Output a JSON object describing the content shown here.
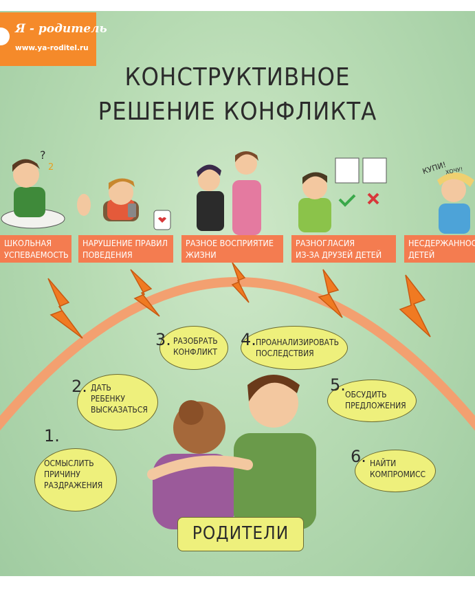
{
  "logo": {
    "name": "Я - родитель",
    "url": "www.ya-roditel.ru"
  },
  "title": {
    "line1": "КОНСТРУКТИВНОЕ",
    "line2": "РЕШЕНИЕ КОНФЛИКТА"
  },
  "conflicts": [
    {
      "lines": [
        "ШКОЛЬНАЯ",
        "УСПЕВАЕМОСТЬ"
      ],
      "icon": "boy-homework-icon"
    },
    {
      "lines": [
        "НАРУШЕНИЕ ПРАВИЛ",
        "ПОВЕДЕНИЯ"
      ],
      "icon": "boy-phone-icon"
    },
    {
      "lines": [
        "РАЗНОЕ ВОСПРИЯТИЕ",
        "ЖИЗНИ"
      ],
      "icon": "teen-and-mother-icon"
    },
    {
      "lines": [
        "РАЗНОГЛАСИЯ",
        "ИЗ-ЗА ДРУЗЕЙ ДЕТЕЙ"
      ],
      "icon": "boy-choosing-friends-icon"
    },
    {
      "lines": [
        "НЕСДЕРЖАННОСТЬ",
        "ДЕТЕЙ"
      ],
      "icon": "girl-tantrum-icon"
    }
  ],
  "scene_text": {
    "question_marks": "?",
    "homework_number": "2",
    "kupi": "КУПИ!",
    "hochu": "ХОЧУ!"
  },
  "steps": [
    {
      "num": "1.",
      "lines": [
        "ОСМЫСЛИТЬ",
        "ПРИЧИНУ",
        "РАЗДРАЖЕНИЯ"
      ]
    },
    {
      "num": "2.",
      "lines": [
        "ДАТЬ",
        "РЕБЕНКУ",
        "ВЫСКАЗАТЬСЯ"
      ]
    },
    {
      "num": "3.",
      "lines": [
        "РАЗОБРАТЬ",
        "КОНФЛИКТ"
      ]
    },
    {
      "num": "4.",
      "lines": [
        "ПРОАНАЛИЗИРОВАТЬ",
        "ПОСЛЕДСТВИЯ"
      ]
    },
    {
      "num": "5.",
      "lines": [
        "ОБСУДИТЬ",
        "ПРЕДЛОЖЕНИЯ"
      ]
    },
    {
      "num": "6.",
      "lines": [
        "НАЙТИ",
        "КОМПРОМИСС"
      ]
    }
  ],
  "parents_label": "РОДИТЕЛИ",
  "colors": {
    "accent": "#f58a2a",
    "tag": "#f47c50",
    "step_fill": "#eef07c",
    "bolt": "#f07a22",
    "arc": "#f3a070",
    "background": "#b7dbb3"
  }
}
